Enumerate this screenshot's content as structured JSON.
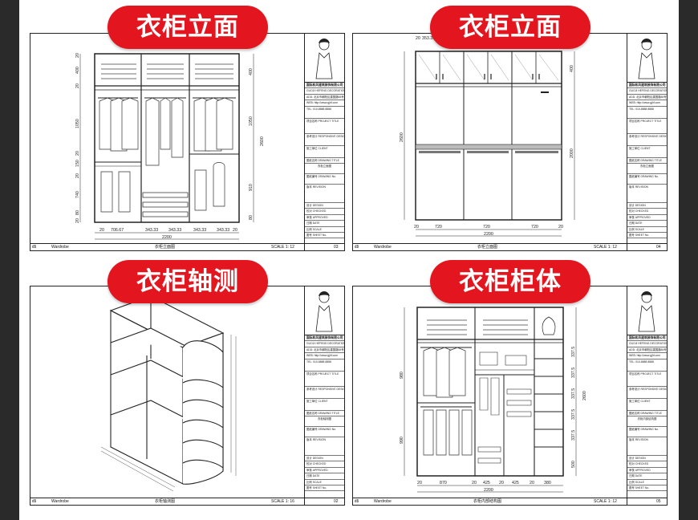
{
  "panels": [
    {
      "badge": "衣柜立面",
      "sheet_title": "衣柜立面图",
      "footer_left": "Wardrobe",
      "scale": "SCALE 1: 12",
      "sheet_no": "03",
      "dims_bottom": [
        "20",
        "706.67",
        "343.33",
        "343.33",
        "343.33",
        "343.33",
        "20"
      ],
      "total_width": "2200",
      "dims_left": [
        "20",
        "400",
        "20",
        "1050",
        "20",
        "150",
        "20",
        "740",
        "80",
        "20"
      ],
      "dims_right": [
        "400",
        "1050",
        "910",
        "80"
      ],
      "total_height": "2600"
    },
    {
      "badge": "衣柜立面",
      "sheet_title": "衣柜立面图",
      "footer_left": "Wardrobe",
      "scale": "SCALE 1: 12",
      "sheet_no": "04",
      "dims_top": [
        "20",
        "353.33"
      ],
      "dims_bottom": [
        "20",
        "720",
        "720",
        "720",
        "20"
      ],
      "total_width": "2200",
      "dims_left": [
        "2600"
      ],
      "dims_right": [
        "400",
        "2000"
      ]
    },
    {
      "badge": "衣柜轴测",
      "sheet_title": "衣柜轴测图",
      "footer_left": "Wardrobe",
      "scale": "SCALE 1: 16",
      "sheet_no": "02"
    },
    {
      "badge": "衣柜柜体",
      "sheet_title": "衣柜内部结构图",
      "footer_left": "Wardrobe",
      "scale": "SCALE 1: 12",
      "sheet_no": "05",
      "dims_bottom": [
        "20",
        "870",
        "20",
        "425",
        "20",
        "425",
        "20",
        "380"
      ],
      "total_width": "2200",
      "dims_left": [
        "980",
        "990"
      ],
      "dims_right": [
        "337.5",
        "337.5",
        "337.5",
        "337.5",
        "337.5",
        "500"
      ],
      "total_height": "2600"
    }
  ],
  "title_block": {
    "company": "国际和风建筑装饰有限公司",
    "company_en": "GUOJI HEFENG DECORATION CO.,LTD",
    "address": "ADD: 北京市朝阳区建国路88号",
    "web": "WEB: http://www.gjhf.com",
    "tel": "TEL: 010-8888 8888",
    "project_label": "项目名称 PROJECT TITLE",
    "designer_label": "参考设计 RESPONSIVE DESIGN",
    "construction_label": "施工单位 CLIENT",
    "drawing_title_label": "图纸名称 DRAWING TITLE",
    "drawing_no_label": "图纸编号 DRAWING No.",
    "revision_label": "版本 REVISION",
    "design_label": "设计 DESIGN",
    "check_label": "校对 CHECKED",
    "approve_label": "审核 APPROVED",
    "date_label": "日期 DATE",
    "scale_label": "比例 SCALE",
    "sheet_label": "图号 SHEET No."
  },
  "colors": {
    "badge": "#e3151e",
    "background": "#2a2a2a"
  }
}
